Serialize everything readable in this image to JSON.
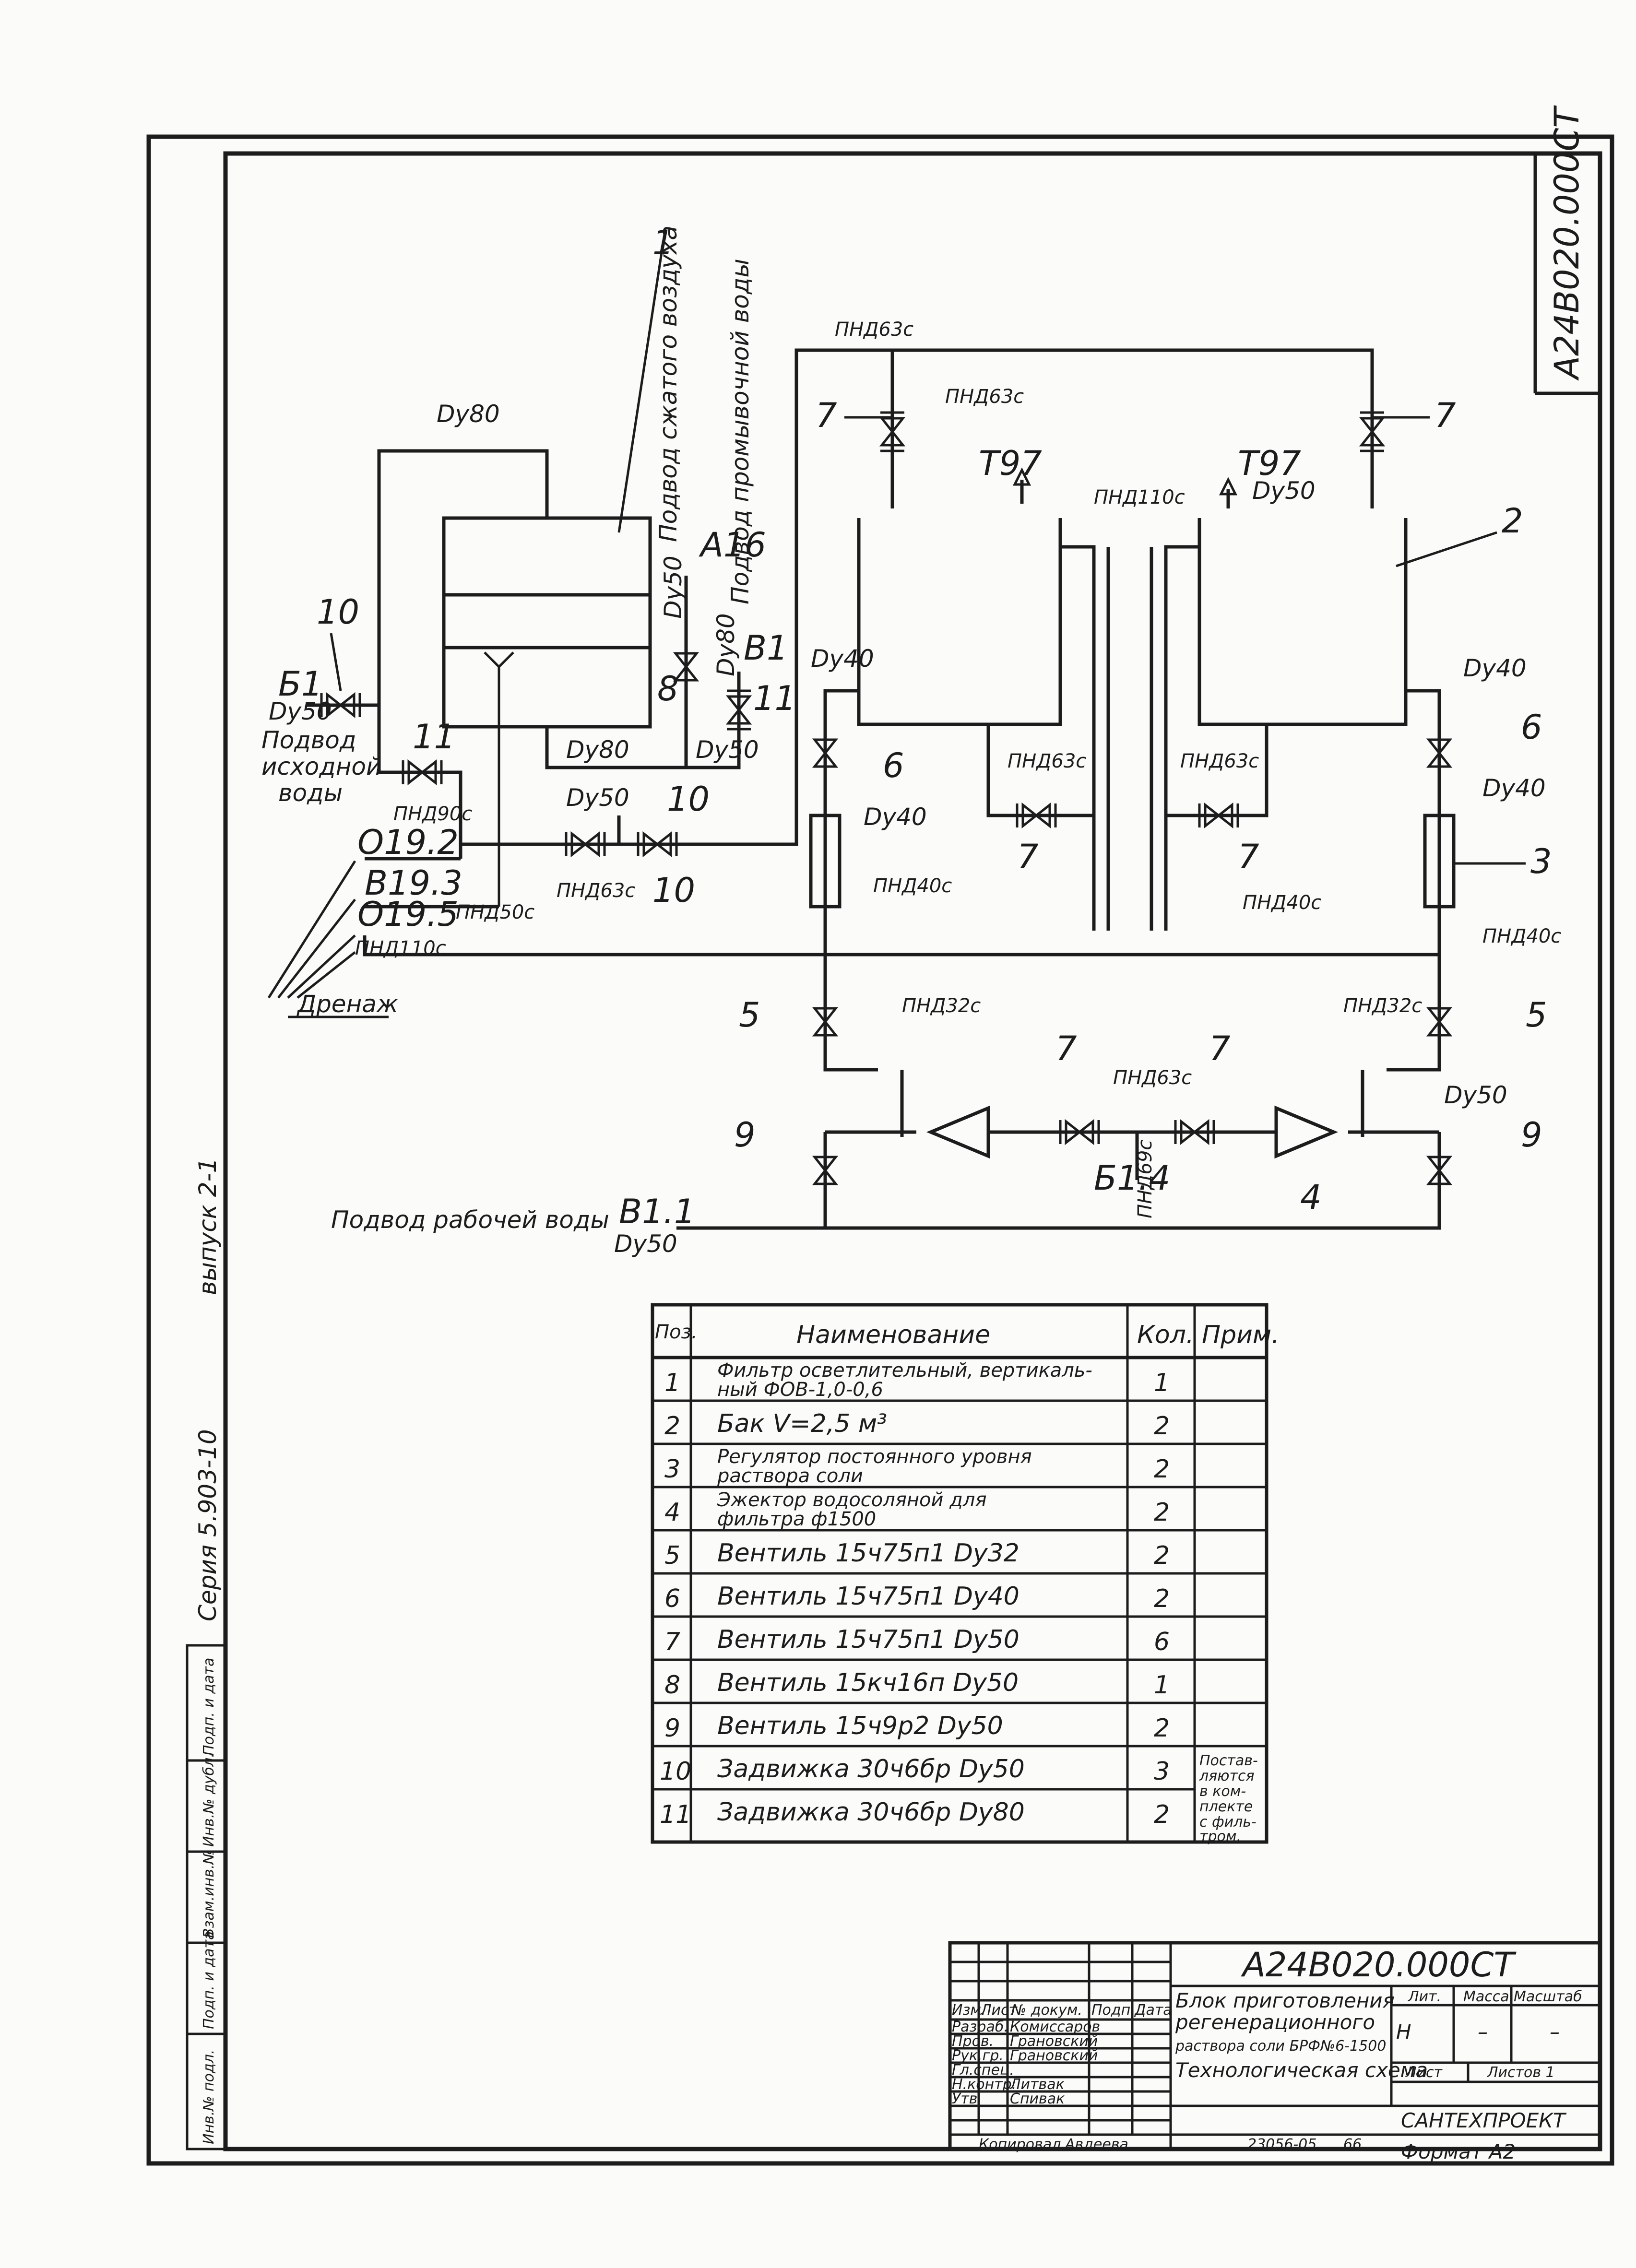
{
  "document": {
    "code": "А24В020.000СТ",
    "code_side": "А24В020.000СТ",
    "series": "Серия 5.903-10",
    "issue": "выпуск 2-1",
    "format": "Формат А2",
    "copied": "Копировал",
    "copied_by": "Авдеева",
    "order_no": "23056-05",
    "sheet_no": "66"
  },
  "diagram": {
    "pipes": {
      "pnd63c": "ПНД63с",
      "pnd110c": "ПНД110с",
      "pnd40c": "ПНД40с",
      "pnd32c": "ПНД32с",
      "pnd90c": "ПНД90с",
      "pnd50c": "ПНД50с",
      "pnd69c": "ПНД69с",
      "dy80": "Dу80",
      "dy50": "Dу50",
      "dy40": "Dу40"
    },
    "connections": {
      "t97": "Т97",
      "a16": "А16",
      "b1": "В1",
      "b1_in": "Б1",
      "b11": "В1.1",
      "b14": "Б1.4",
      "o192": "О19.2",
      "b193": "В19.3",
      "o195": "О19.5"
    },
    "callouts": [
      "1",
      "2",
      "3",
      "4",
      "5",
      "6",
      "7",
      "8",
      "9",
      "10",
      "11"
    ],
    "texts": {
      "compressed_air": "Подвод сжатого воздуха",
      "wash_water": "Подвод промывочной воды",
      "source_water_1": "Подвод",
      "source_water_2": "исходной",
      "source_water_3": "воды",
      "working_water": "Подвод рабочей воды",
      "drainage": "Дренаж"
    }
  },
  "spec_table": {
    "headers": {
      "pos": "Поз.",
      "name": "Наименование",
      "qty": "Кол.",
      "note": "Прим."
    },
    "rows": [
      {
        "pos": "1",
        "name_1": "Фильтр осветлительный, вертикаль-",
        "name_2": "ный  ФОВ-1,0-0,6",
        "qty": "1"
      },
      {
        "pos": "2",
        "name_1": "Бак   V=2,5 м³",
        "name_2": "",
        "qty": "2"
      },
      {
        "pos": "3",
        "name_1": "Регулятор  постоянного уровня",
        "name_2": "раствора  соли",
        "qty": "2"
      },
      {
        "pos": "4",
        "name_1": "Эжектор  водосоляной  для",
        "name_2": "фильтра  ф1500",
        "qty": "2"
      },
      {
        "pos": "5",
        "name_1": "Вентиль  15ч75п1  Dу32",
        "name_2": "",
        "qty": "2"
      },
      {
        "pos": "6",
        "name_1": "Вентиль  15ч75п1  Dу40",
        "name_2": "",
        "qty": "2"
      },
      {
        "pos": "7",
        "name_1": "Вентиль  15ч75п1  Dу50",
        "name_2": "",
        "qty": "6"
      },
      {
        "pos": "8",
        "name_1": "Вентиль  15кч16п  Dу50",
        "name_2": "",
        "qty": "1"
      },
      {
        "pos": "9",
        "name_1": "Вентиль  15ч9р2  Dу50",
        "name_2": "",
        "qty": "2"
      },
      {
        "pos": "10",
        "name_1": "Задвижка  30ч6бр Dу50",
        "name_2": "",
        "qty": "3"
      },
      {
        "pos": "11",
        "name_1": "Задвижка  30ч6бр  Dу80",
        "name_2": "",
        "qty": "2"
      }
    ],
    "note_merged": [
      "Постав-",
      "ляются",
      "в ком-",
      "плекте",
      "с филь-",
      "тром."
    ]
  },
  "title_block": {
    "col_headers": [
      "Изм.",
      "Лист",
      "№ докум.",
      "Подп.",
      "Дата"
    ],
    "roles": [
      {
        "role": "Разраб.",
        "name": "Комиссаров"
      },
      {
        "role": "Пров.",
        "name": "Грановский"
      },
      {
        "role": "Рук.гр.",
        "name": "Грановский"
      },
      {
        "role": "Гл.спец.",
        "name": ""
      },
      {
        "role": "Н.контр.",
        "name": "Литвак"
      },
      {
        "role": "Утв.",
        "name": "Спивак"
      }
    ],
    "title_1": "Блок приготовления",
    "title_2": "регенерационного",
    "title_3": "раствора соли БРФ№6-1500",
    "title_4": "Технологическая схема",
    "lit_h": "Лит.",
    "mass_h": "Масса",
    "scale_h": "Масштаб",
    "lit_val": "Н",
    "mass_val": "–",
    "scale_val": "–",
    "sheet_h": "Лист",
    "sheets_h": "Листов 1",
    "org": "САНТЕХПРОЕКТ"
  },
  "side_stamp": [
    "Инв.№ подл.",
    "Подп. и дата",
    "Взам.инв.№",
    "Инв.№ дубл.",
    "Подп. и дата"
  ]
}
